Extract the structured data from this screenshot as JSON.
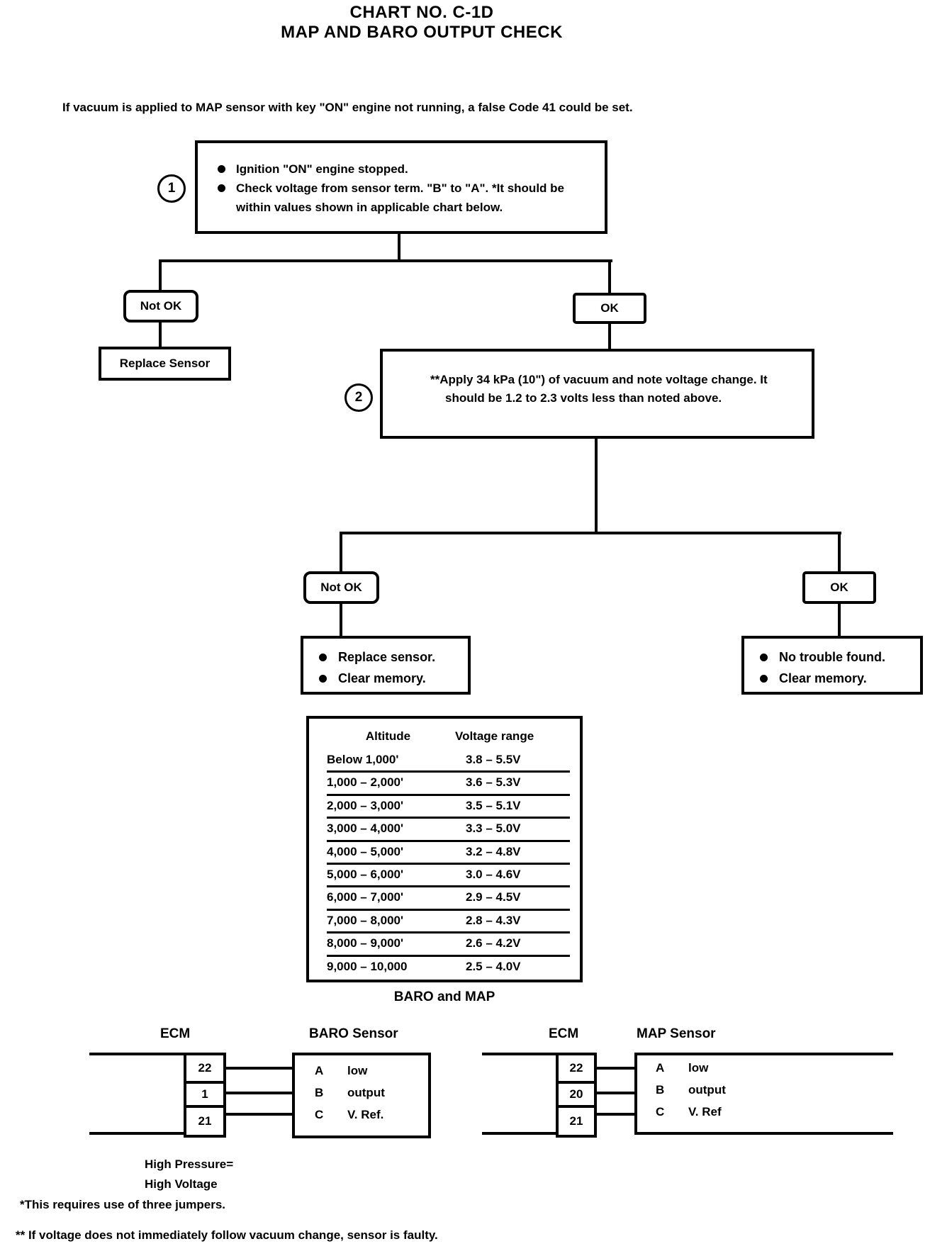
{
  "page": {
    "title_line1": "CHART NO. C-1D",
    "title_line2": "MAP AND BARO OUTPUT CHECK",
    "intro": "If vacuum is applied to MAP sensor with key \"ON\" engine not running, a false Code 41 could be set."
  },
  "flowchart": {
    "step1": {
      "number": "1",
      "bullets": [
        "Ignition \"ON\" engine stopped.",
        "Check voltage from sensor term. \"B\" to \"A\". *It should be within values shown in applicable chart below."
      ]
    },
    "branch1": {
      "not_ok": "Not OK",
      "ok": "OK"
    },
    "replace_sensor": "Replace Sensor",
    "step2": {
      "number": "2",
      "text": "**Apply 34 kPa (10\") of vacuum and note voltage change. It should be 1.2 to 2.3 volts less than noted above."
    },
    "branch2": {
      "not_ok": "Not OK",
      "ok": "OK"
    },
    "result_not_ok": {
      "bullets": [
        "Replace sensor.",
        "Clear memory."
      ]
    },
    "result_ok": {
      "bullets": [
        "No trouble found.",
        "Clear memory."
      ]
    }
  },
  "table": {
    "caption": "BARO and MAP",
    "headers": [
      "Altitude",
      "Voltage range"
    ],
    "rows": [
      [
        "Below 1,000'",
        "3.8 – 5.5V"
      ],
      [
        "1,000 – 2,000'",
        "3.6 – 5.3V"
      ],
      [
        "2,000 – 3,000'",
        "3.5 – 5.1V"
      ],
      [
        "3,000 – 4,000'",
        "3.3 – 5.0V"
      ],
      [
        "4,000 – 5,000'",
        "3.2 – 4.8V"
      ],
      [
        "5,000 – 6,000'",
        "3.0 – 4.6V"
      ],
      [
        "6,000 – 7,000'",
        "2.9 – 4.5V"
      ],
      [
        "7,000 – 8,000'",
        "2.8 – 4.3V"
      ],
      [
        "8,000 – 9,000'",
        "2.6 – 4.2V"
      ],
      [
        "9,000 – 10,000",
        "2.5 – 4.0V"
      ]
    ]
  },
  "connectors": {
    "baro": {
      "ecm_label": "ECM",
      "sensor_label": "BARO Sensor",
      "pins": [
        "22",
        "1",
        "21"
      ],
      "terminals": [
        [
          "A",
          "low"
        ],
        [
          "B",
          "output"
        ],
        [
          "C",
          "V. Ref."
        ]
      ]
    },
    "map": {
      "ecm_label": "ECM",
      "sensor_label": "MAP Sensor",
      "pins": [
        "22",
        "20",
        "21"
      ],
      "terminals": [
        [
          "A",
          "low"
        ],
        [
          "B",
          "output"
        ],
        [
          "C",
          "V. Ref"
        ]
      ]
    },
    "pressure_note_line1": "High Pressure=",
    "pressure_note_line2": "High Voltage"
  },
  "footnotes": [
    "*This requires use of three jumpers.",
    "** If voltage does not immediately follow vacuum change, sensor is faulty."
  ]
}
